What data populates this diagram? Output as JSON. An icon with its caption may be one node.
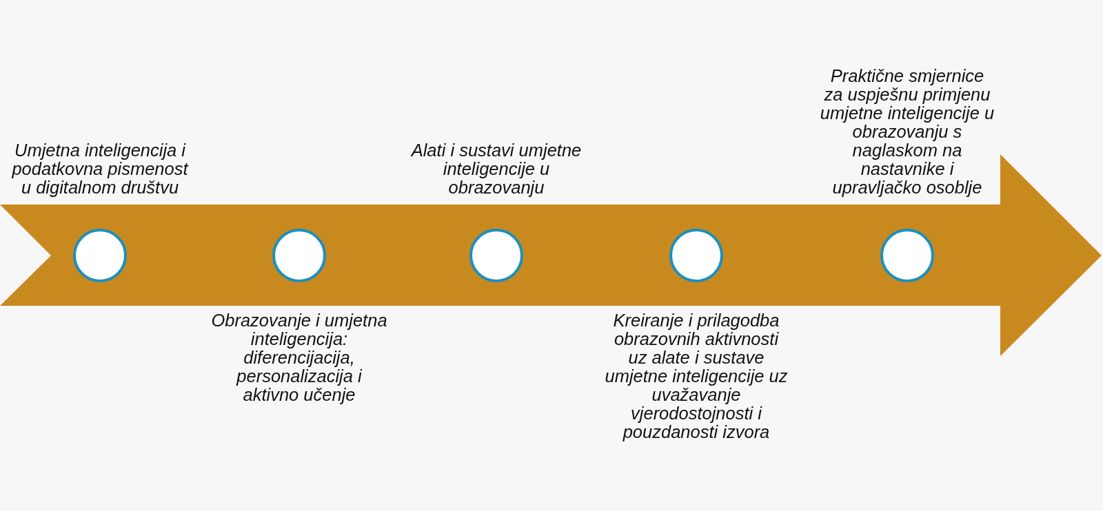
{
  "diagram": {
    "nodes": [
      {
        "text": [],
        "shape": "circle",
        "beside": [
          "Umjetna inteligencija i podatkovna pismenost u digitalnom društvu"
        ]
      },
      {
        "text": [],
        "shape": "circle",
        "beside": [
          "Obrazovanje i umjetna inteligencija: diferencijacija, personalizacija i aktivno učenje"
        ]
      },
      {
        "text": [],
        "shape": "circle",
        "beside": [
          "Alati i sustavi umjetne inteligencije u obrazovanju"
        ]
      },
      {
        "text": [],
        "shape": "circle",
        "beside": [
          "Kreiranje i prilagodba obrazovnih aktivnosti uz alate i sustave umjetne inteligencije uz uvažavanje vjerodostojnosti i pouzdanosti izvora"
        ]
      },
      {
        "text": [],
        "shape": "circle",
        "beside": [
          "Praktične smjernice za uspješnu primjenu umjetne inteligencije u obrazovanju s naglaskom na nastavnike i upravljačko osoblje"
        ]
      }
    ]
  }
}
